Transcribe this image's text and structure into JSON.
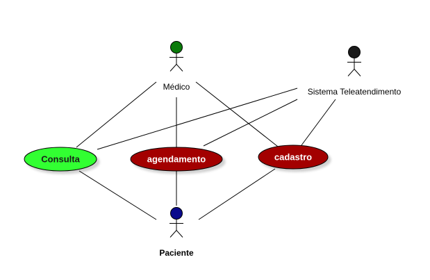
{
  "actors": [
    {
      "id": "medico",
      "label": "Médico",
      "head_color": "#0a7a0a",
      "bold": false
    },
    {
      "id": "sistema",
      "label": "Sistema Teleatendimento",
      "head_color": "#1a1a1a",
      "bold": false
    },
    {
      "id": "paciente",
      "label": "Paciente",
      "head_color": "#0a0a8c",
      "bold": true
    }
  ],
  "use_cases": [
    {
      "id": "consulta",
      "label": "Consulta",
      "fill": "#33ff33",
      "text_color": "#1a1a1a"
    },
    {
      "id": "agendamento",
      "label": "agendamento",
      "fill": "#a30000",
      "text_color": "#ffffff"
    },
    {
      "id": "cadastro",
      "label": "cadastro",
      "fill": "#a30000",
      "text_color": "#ffffff"
    }
  ],
  "associations": [
    {
      "from": "medico",
      "to": "consulta"
    },
    {
      "from": "medico",
      "to": "agendamento"
    },
    {
      "from": "medico",
      "to": "cadastro"
    },
    {
      "from": "sistema",
      "to": "consulta"
    },
    {
      "from": "sistema",
      "to": "agendamento"
    },
    {
      "from": "sistema",
      "to": "cadastro"
    },
    {
      "from": "paciente",
      "to": "consulta"
    },
    {
      "from": "paciente",
      "to": "agendamento"
    },
    {
      "from": "paciente",
      "to": "cadastro"
    }
  ]
}
